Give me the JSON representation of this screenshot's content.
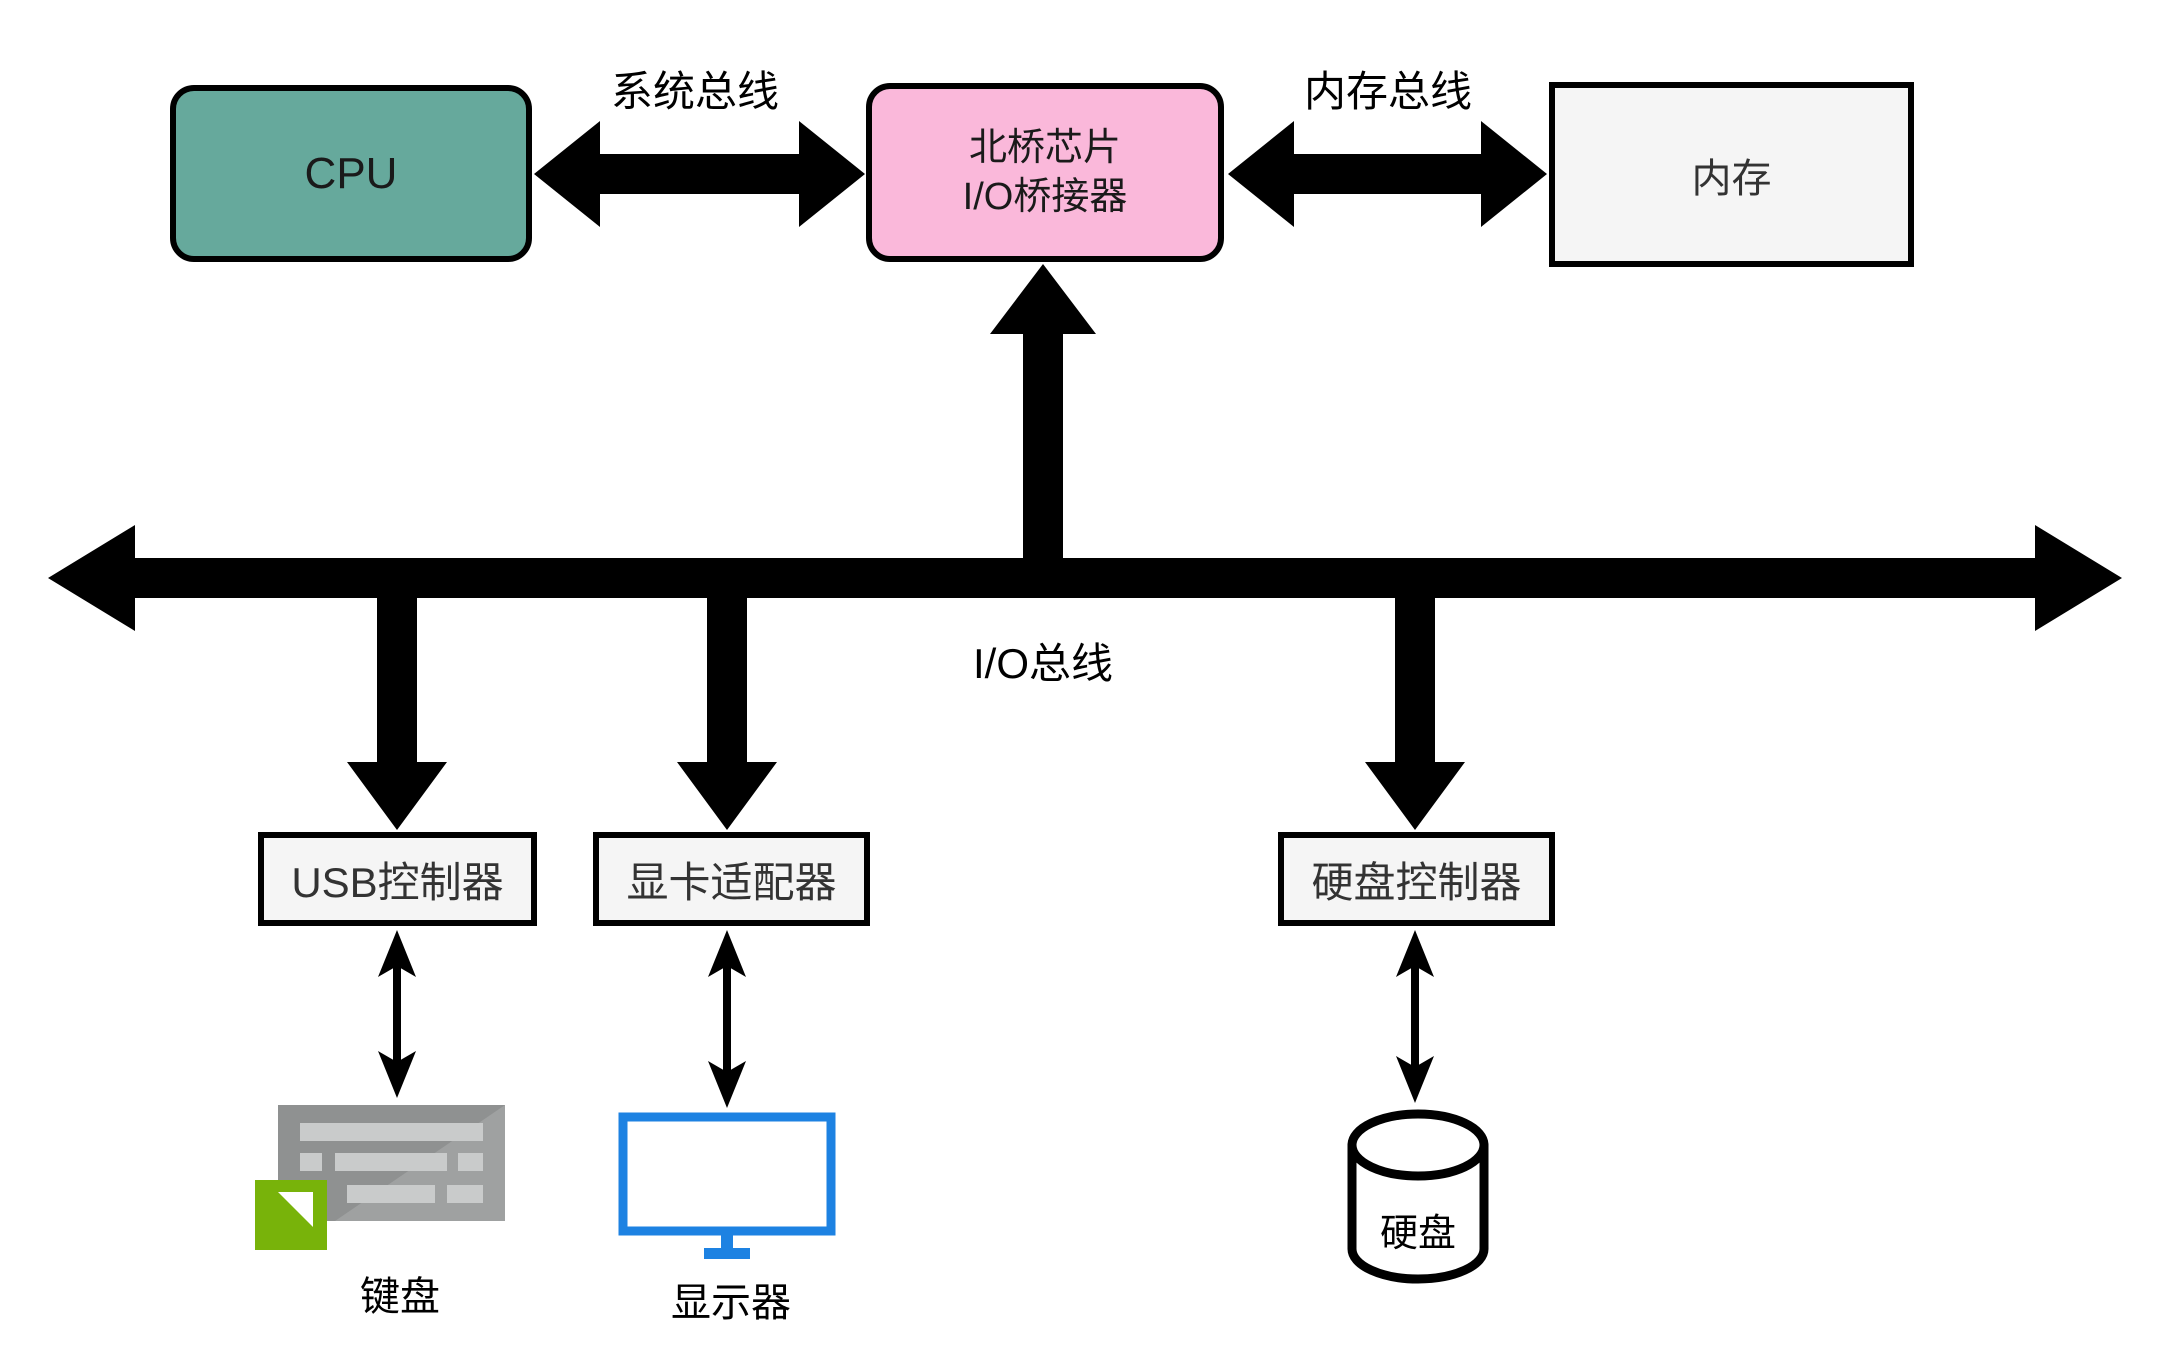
{
  "diagram": {
    "nodes": {
      "cpu": {
        "label": "CPU",
        "fill": "#66A99C"
      },
      "northbridge": {
        "label_line1": "北桥芯片",
        "label_line2": "I/O桥接器",
        "fill": "#FAB8DA"
      },
      "memory": {
        "label": "内存",
        "fill": "#F5F5F5"
      },
      "usb_controller": {
        "label": "USB控制器",
        "fill": "#F5F5F5"
      },
      "graphics_adapter": {
        "label": "显卡适配器",
        "fill": "#F5F5F5"
      },
      "disk_controller": {
        "label": "硬盘控制器",
        "fill": "#F5F5F5"
      },
      "keyboard": {
        "label": "键盘"
      },
      "monitor": {
        "label": "显示器"
      },
      "hard_disk": {
        "label": "硬盘"
      }
    },
    "bus_labels": {
      "system_bus": "系统总线",
      "memory_bus": "内存总线",
      "io_bus": "I/O总线"
    },
    "edges": [
      {
        "from": "cpu",
        "to": "northbridge",
        "label": "系统总线",
        "style": "thick-double-arrow"
      },
      {
        "from": "northbridge",
        "to": "memory",
        "label": "内存总线",
        "style": "thick-double-arrow"
      },
      {
        "from": "io_bus",
        "to": "northbridge",
        "style": "thick-up-arrow"
      },
      {
        "from": "io_bus",
        "to": "usb_controller",
        "style": "thick-down-arrow"
      },
      {
        "from": "io_bus",
        "to": "graphics_adapter",
        "style": "thick-down-arrow"
      },
      {
        "from": "io_bus",
        "to": "disk_controller",
        "style": "thick-down-arrow"
      },
      {
        "from": "usb_controller",
        "to": "keyboard",
        "style": "thin-double-arrow"
      },
      {
        "from": "graphics_adapter",
        "to": "monitor",
        "style": "thin-double-arrow"
      },
      {
        "from": "disk_controller",
        "to": "hard_disk",
        "style": "thin-double-arrow"
      }
    ],
    "colors": {
      "arrow": "#000000",
      "cpu_fill": "#66A99C",
      "northbridge_fill": "#FAB8DA",
      "box_fill": "#F5F5F5",
      "monitor_blue": "#1D82E2",
      "keyboard_gray": "#8F9191",
      "keyboard_key_gray": "#C9CBCB",
      "cursor_green": "#78B30A"
    }
  }
}
